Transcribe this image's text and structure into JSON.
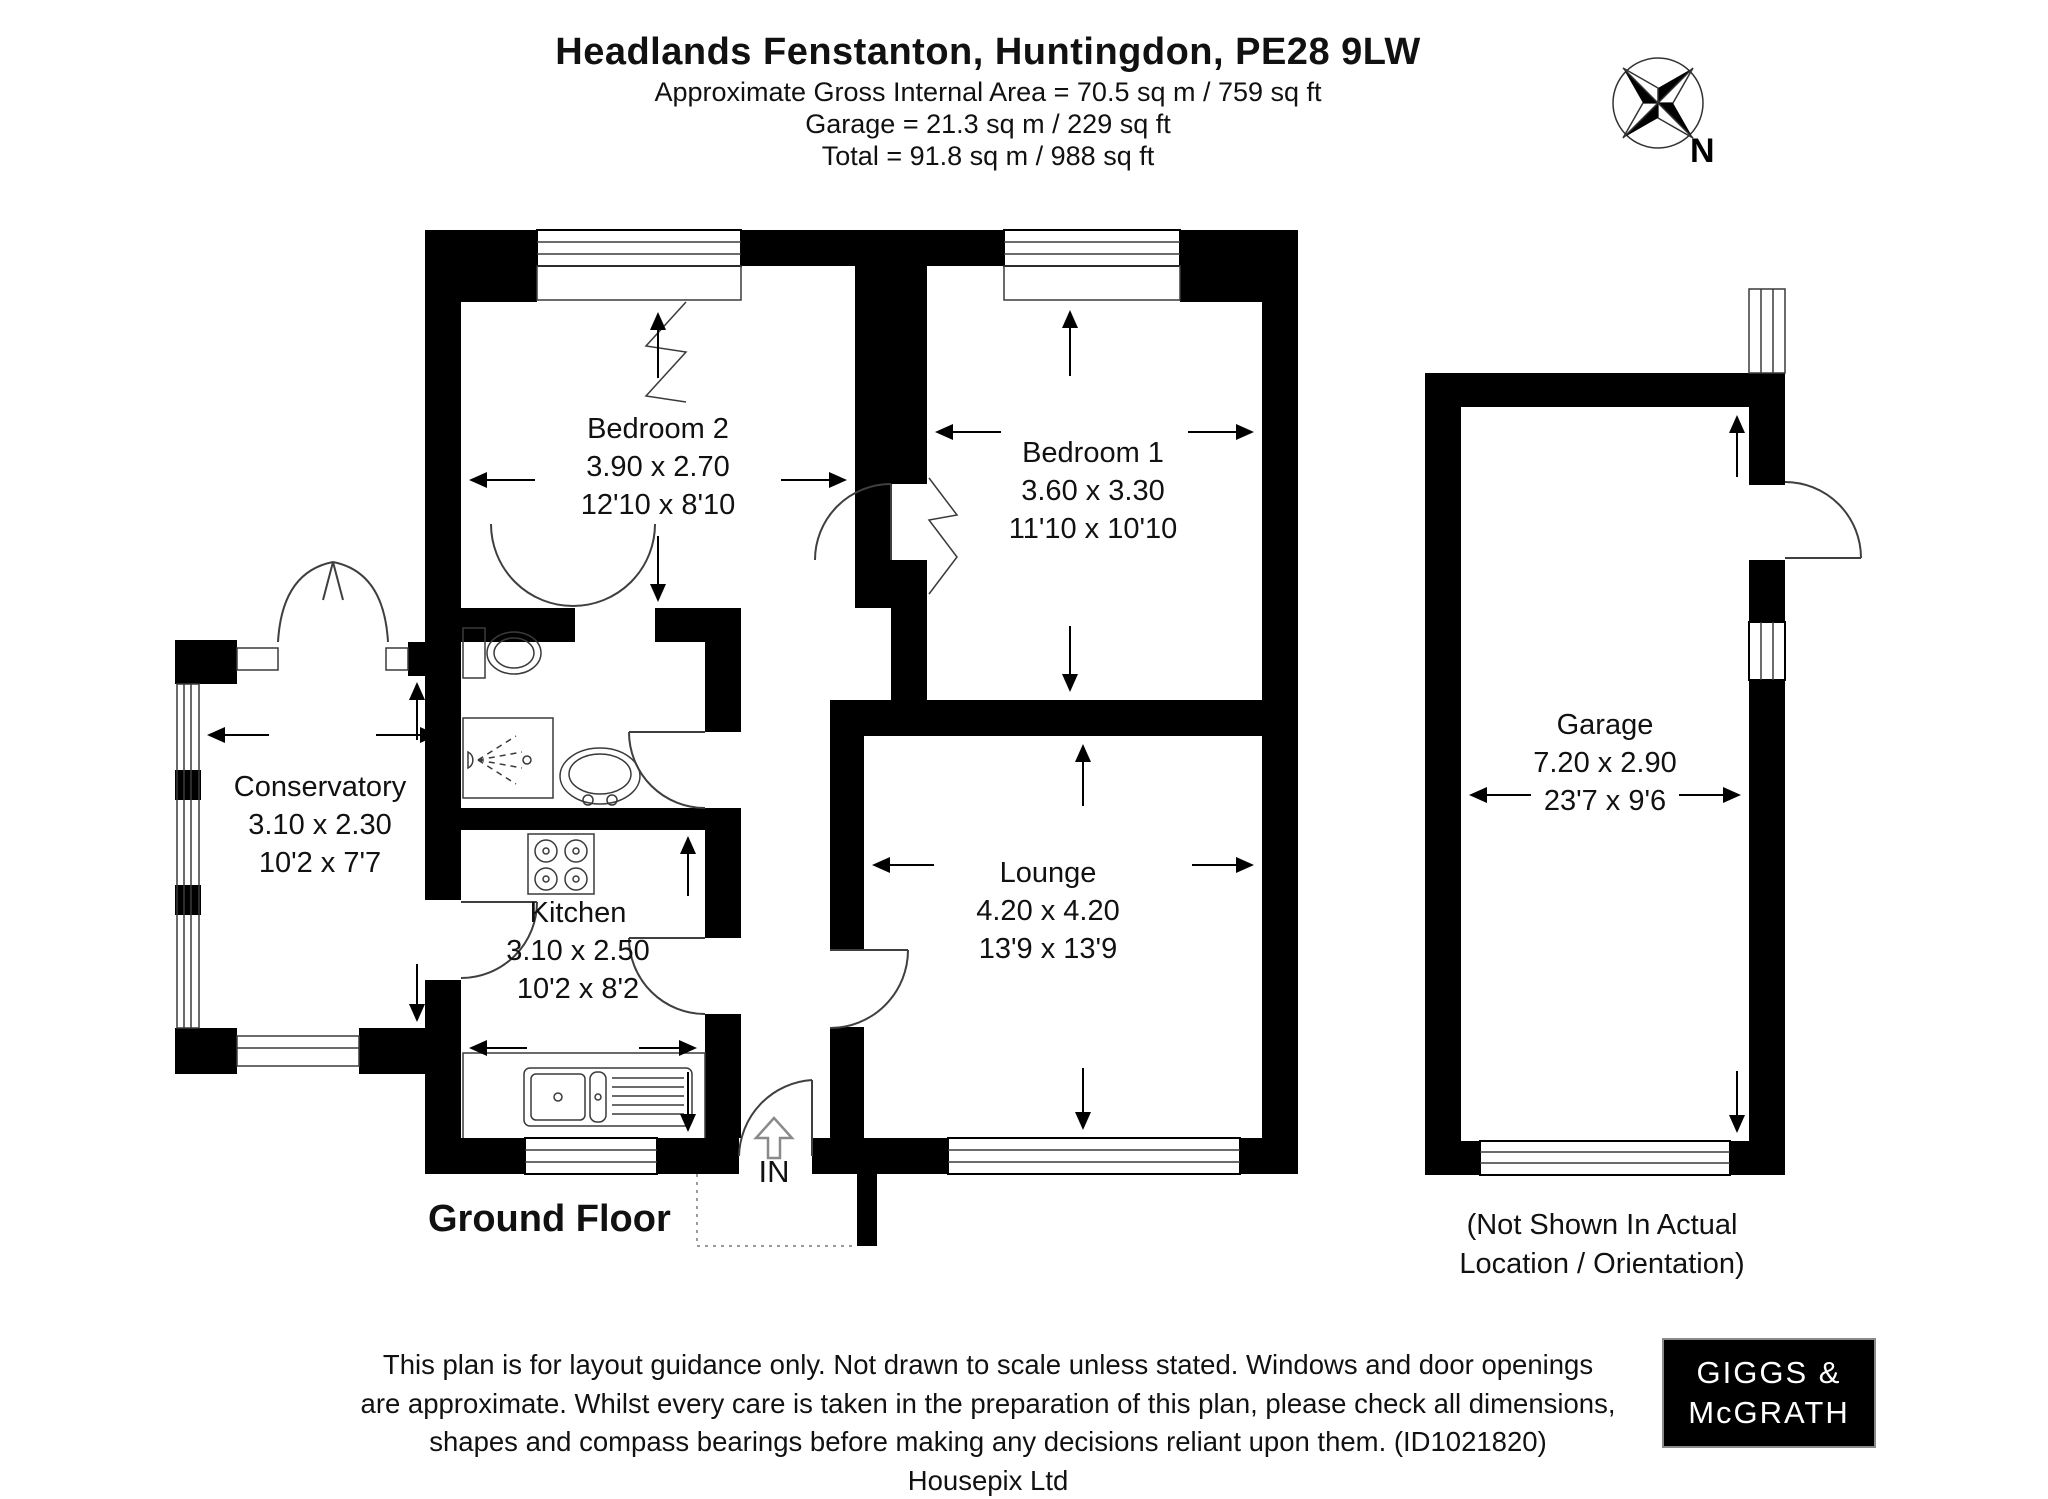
{
  "header": {
    "title": "Headlands Fenstanton, Huntingdon, PE28 9LW",
    "area_line1": "Approximate Gross Internal Area = 70.5 sq m / 759 sq ft",
    "area_line2": "Garage = 21.3 sq m / 229 sq ft",
    "area_line3": "Total = 91.8 sq m / 988 sq ft"
  },
  "compass": {
    "north_label": "N"
  },
  "floor_label": "Ground Floor",
  "entrance_label": "IN",
  "rooms": [
    {
      "name": "Bedroom 2",
      "metric": "3.90 x 2.70",
      "imperial": "12'10 x 8'10"
    },
    {
      "name": "Bedroom 1",
      "metric": "3.60 x 3.30",
      "imperial": "11'10 x 10'10"
    },
    {
      "name": "Conservatory",
      "metric": "3.10 x 2.30",
      "imperial": "10'2 x 7'7"
    },
    {
      "name": "Kitchen",
      "metric": "3.10 x 2.50",
      "imperial": "10'2 x 8'2"
    },
    {
      "name": "Lounge",
      "metric": "4.20 x 4.20",
      "imperial": "13'9 x 13'9"
    },
    {
      "name": "Garage",
      "metric": "7.20 x 2.90",
      "imperial": "23'7 x 9'6"
    }
  ],
  "garage_note": {
    "line1": "(Not Shown In Actual",
    "line2": "Location / Orientation)"
  },
  "footer": {
    "line1": "This plan is for layout guidance only. Not drawn to scale unless stated. Windows and door openings",
    "line2": "are approximate. Whilst every care is taken in the preparation of this plan, please check all dimensions,",
    "line3": "shapes and compass bearings before making any decisions reliant upon them. (ID1021820)",
    "credit": "Housepix Ltd"
  },
  "logo": {
    "line1": "GIGGS &",
    "line2": "McGRATH"
  },
  "colors": {
    "wall": "#000000",
    "background": "#ffffff"
  }
}
